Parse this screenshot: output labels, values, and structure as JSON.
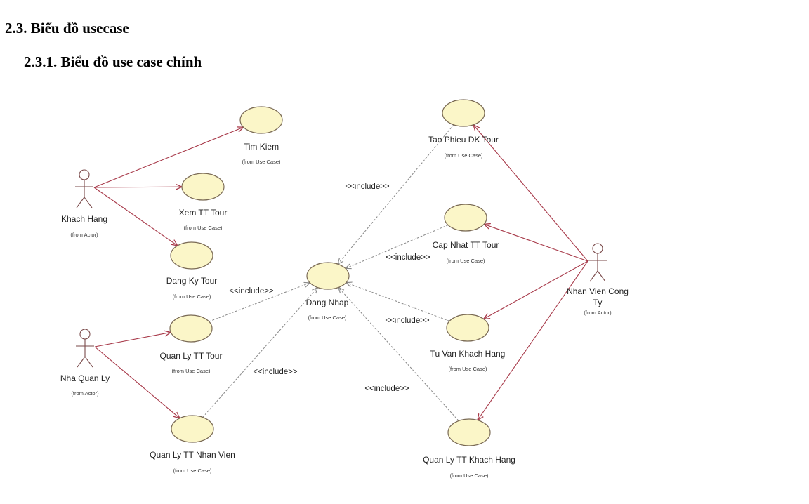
{
  "section_heading": "2.3. Biểu đồ usecase",
  "subsection_heading": "2.3.1. Biểu đồ use case chính",
  "colors": {
    "ellipse_fill": "#fbf6c8",
    "ellipse_stroke": "#7a6a55",
    "association": "#a83a4a",
    "include_dependency": "#888888",
    "actor": "#7a4a4a"
  },
  "actors": [
    {
      "id": "khach_hang",
      "name": "Khach Hang",
      "sub": "(from Actor)"
    },
    {
      "id": "nha_quan_ly",
      "name": "Nha Quan Ly",
      "sub": "(from Actor)"
    },
    {
      "id": "nhan_vien",
      "name": "Nhan Vien Cong",
      "name2": "Ty",
      "sub": "(from Actor)"
    }
  ],
  "use_cases": [
    {
      "id": "tim_kiem",
      "name": "Tim Kiem",
      "sub": "(from Use Case)"
    },
    {
      "id": "xem_tt_tour",
      "name": "Xem TT Tour",
      "sub": "(from Use Case)"
    },
    {
      "id": "dang_ky_tour",
      "name": "Dang Ky Tour",
      "sub": "(from Use Case)"
    },
    {
      "id": "quan_ly_tt_tour",
      "name": "Quan Ly TT Tour",
      "sub": "(from Use Case)"
    },
    {
      "id": "quan_ly_tt_nhan_vien",
      "name": "Quan Ly TT Nhan Vien",
      "sub": "(from Use Case)"
    },
    {
      "id": "dang_nhap",
      "name": "Dang Nhap",
      "sub": "(from Use Case)"
    },
    {
      "id": "tao_phieu_dk_tour",
      "name": "Tao Phieu DK Tour",
      "sub": "(from Use Case)"
    },
    {
      "id": "cap_nhat_tt_tour",
      "name": "Cap Nhat TT Tour",
      "sub": "(from Use Case)"
    },
    {
      "id": "tu_van_khach_hang",
      "name": "Tu Van Khach Hang",
      "sub": "(from Use Case)"
    },
    {
      "id": "quan_ly_tt_khach_hang",
      "name": "Quan Ly TT Khach Hang",
      "sub": "(from Use Case)"
    }
  ],
  "associations": [
    {
      "from": "khach_hang",
      "to": "tim_kiem"
    },
    {
      "from": "khach_hang",
      "to": "xem_tt_tour"
    },
    {
      "from": "khach_hang",
      "to": "dang_ky_tour"
    },
    {
      "from": "nha_quan_ly",
      "to": "quan_ly_tt_tour"
    },
    {
      "from": "nha_quan_ly",
      "to": "quan_ly_tt_nhan_vien"
    },
    {
      "from": "nhan_vien",
      "to": "tao_phieu_dk_tour"
    },
    {
      "from": "nhan_vien",
      "to": "cap_nhat_tt_tour"
    },
    {
      "from": "nhan_vien",
      "to": "tu_van_khach_hang"
    },
    {
      "from": "nhan_vien",
      "to": "quan_ly_tt_khach_hang"
    }
  ],
  "includes": [
    {
      "from": "quan_ly_tt_tour",
      "to": "dang_nhap",
      "label": "<<include>>"
    },
    {
      "from": "quan_ly_tt_nhan_vien",
      "to": "dang_nhap",
      "label": "<<include>>"
    },
    {
      "from": "tao_phieu_dk_tour",
      "to": "dang_nhap",
      "label": "<<include>>"
    },
    {
      "from": "cap_nhat_tt_tour",
      "to": "dang_nhap",
      "label": "<<include>>"
    },
    {
      "from": "tu_van_khach_hang",
      "to": "dang_nhap",
      "label": "<<include>>"
    },
    {
      "from": "quan_ly_tt_khach_hang",
      "to": "dang_nhap",
      "label": "<<include>>"
    }
  ]
}
